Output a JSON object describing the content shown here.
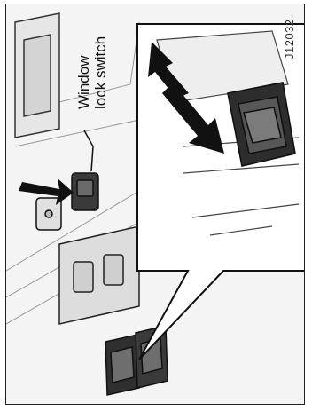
{
  "figure": {
    "callout_line1": "Window",
    "callout_line2": "lock switch",
    "code": "J12032"
  },
  "colors": {
    "ink": "#1a1a1a",
    "panel": "#e9e9e9",
    "switch_dark": "#2b2b2b"
  }
}
